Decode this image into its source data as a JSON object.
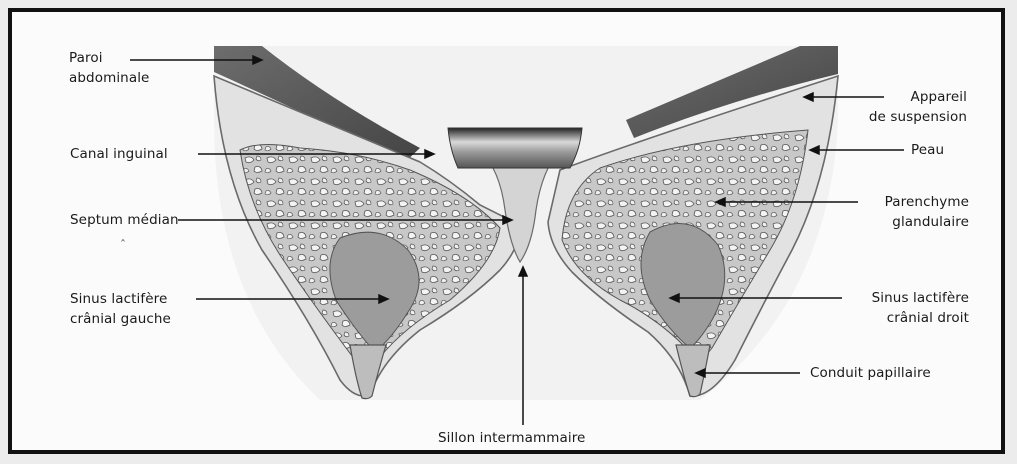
{
  "figure": {
    "labels": {
      "paroi_abdominale": [
        "Paroi",
        "abdominale"
      ],
      "canal_inguinal": "Canal inguinal",
      "septum_median": "Septum médian",
      "sinus_gauche": [
        "Sinus lactifère",
        "crânial gauche"
      ],
      "appareil_suspension": [
        "Appareil",
        "de suspension"
      ],
      "peau": "Peau",
      "parenchyme": [
        "Parenchyme",
        "glandulaire"
      ],
      "sinus_droit": [
        "Sinus lactifère",
        "crânial droit"
      ],
      "conduit_papillaire": "Conduit papillaire",
      "sillon_intermammaire": "Sillon intermammaire",
      "stray_mark": "ˆ"
    }
  }
}
